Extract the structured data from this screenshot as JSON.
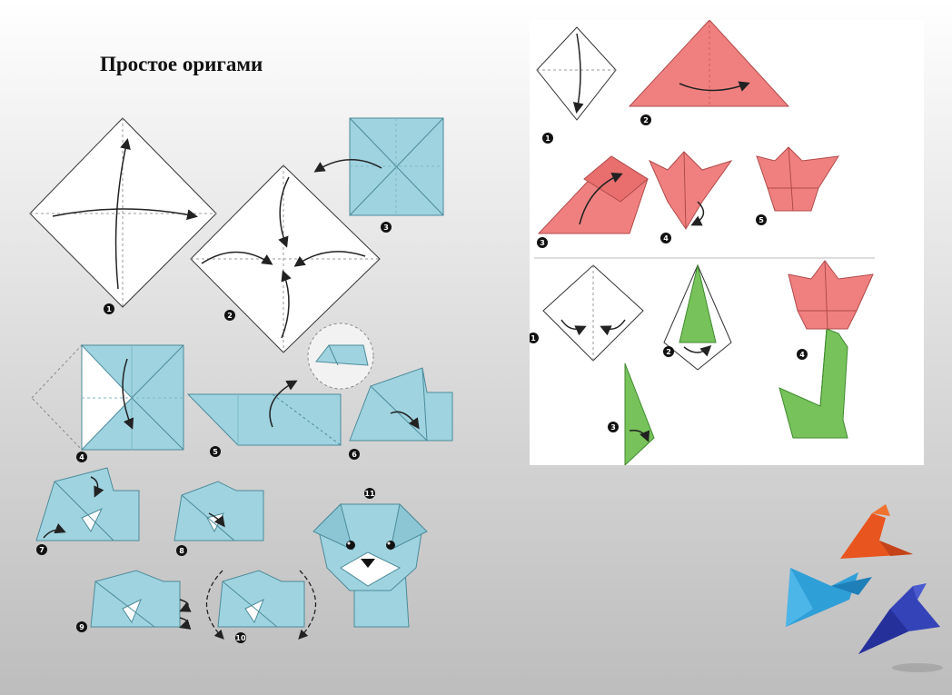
{
  "slide": {
    "title": "Простое оригами"
  },
  "dog_instructions": {
    "steps": [
      "1",
      "2",
      "3",
      "4",
      "5",
      "6",
      "7",
      "8",
      "9",
      "10",
      "11"
    ],
    "paper_color": "#9fd3e0",
    "paper_edge": "#4d8b9a"
  },
  "tulip_instructions": {
    "flower_steps": [
      "1",
      "2",
      "3",
      "4",
      "5"
    ],
    "stem_steps": [
      "1",
      "2",
      "3",
      "4"
    ],
    "flower_color": "#f08080",
    "stem_color": "#77c25a"
  },
  "decoration": {
    "bird_colors": [
      "#e8551f",
      "#2f9fd8",
      "#3543b8"
    ]
  }
}
